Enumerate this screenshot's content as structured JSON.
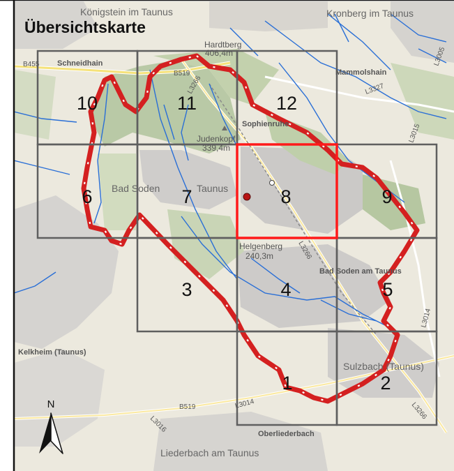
{
  "title": "Übersichtskarte",
  "north_label": "N",
  "tiles": [
    "1",
    "2",
    "3",
    "4",
    "5",
    "6",
    "7",
    "8",
    "9",
    "10",
    "11",
    "12"
  ],
  "places": {
    "koenigstein": "Königstein im Taunus",
    "kronberg": "Kronberg im Taunus",
    "hardtberg": "Hardtberg",
    "hardtberg_elev": "406,4m",
    "schneidhain": "Schneidhain",
    "mammolshain": "Mammolshain",
    "sophienruhe": "Sophienruhe",
    "judenkopf": "Judenkopf",
    "judenkopf_elev": "339,4m",
    "bad_soden_taunus_1": "Bad Soden",
    "bad_soden_taunus_2": "Taunus",
    "helgenberg": "Helgenberg",
    "helgenberg_elev": "240,3m",
    "bad_soden_am_taunus": "Bad Soden am Taunus",
    "kelkheim": "Kelkheim (Taunus)",
    "sulzbach": "Sulzbach (Taunus)",
    "oberliederbach": "Oberliederbach",
    "liederbach": "Liederbach am Taunus"
  },
  "roads": {
    "b455": "B455",
    "b519_north": "B519",
    "l3266_north": "L3266",
    "l3266_mid": "L3266",
    "l3266_south": "L3266",
    "l3327": "L3327",
    "l3015": "L3015",
    "l3014_east": "L3014",
    "l3014_south": "L3014",
    "b519_south": "B519",
    "l3016": "L3016",
    "l3005": "L3005"
  },
  "colors": {
    "boundary": "#d42020",
    "grid": "#5f5f5f",
    "highlight": "#ff1a1a",
    "water": "#2a6fd6",
    "marker": "#b81414"
  },
  "highlighted_tile": "8",
  "icons": [
    "north-arrow-icon",
    "location-marker-icon",
    "summit-icon"
  ]
}
